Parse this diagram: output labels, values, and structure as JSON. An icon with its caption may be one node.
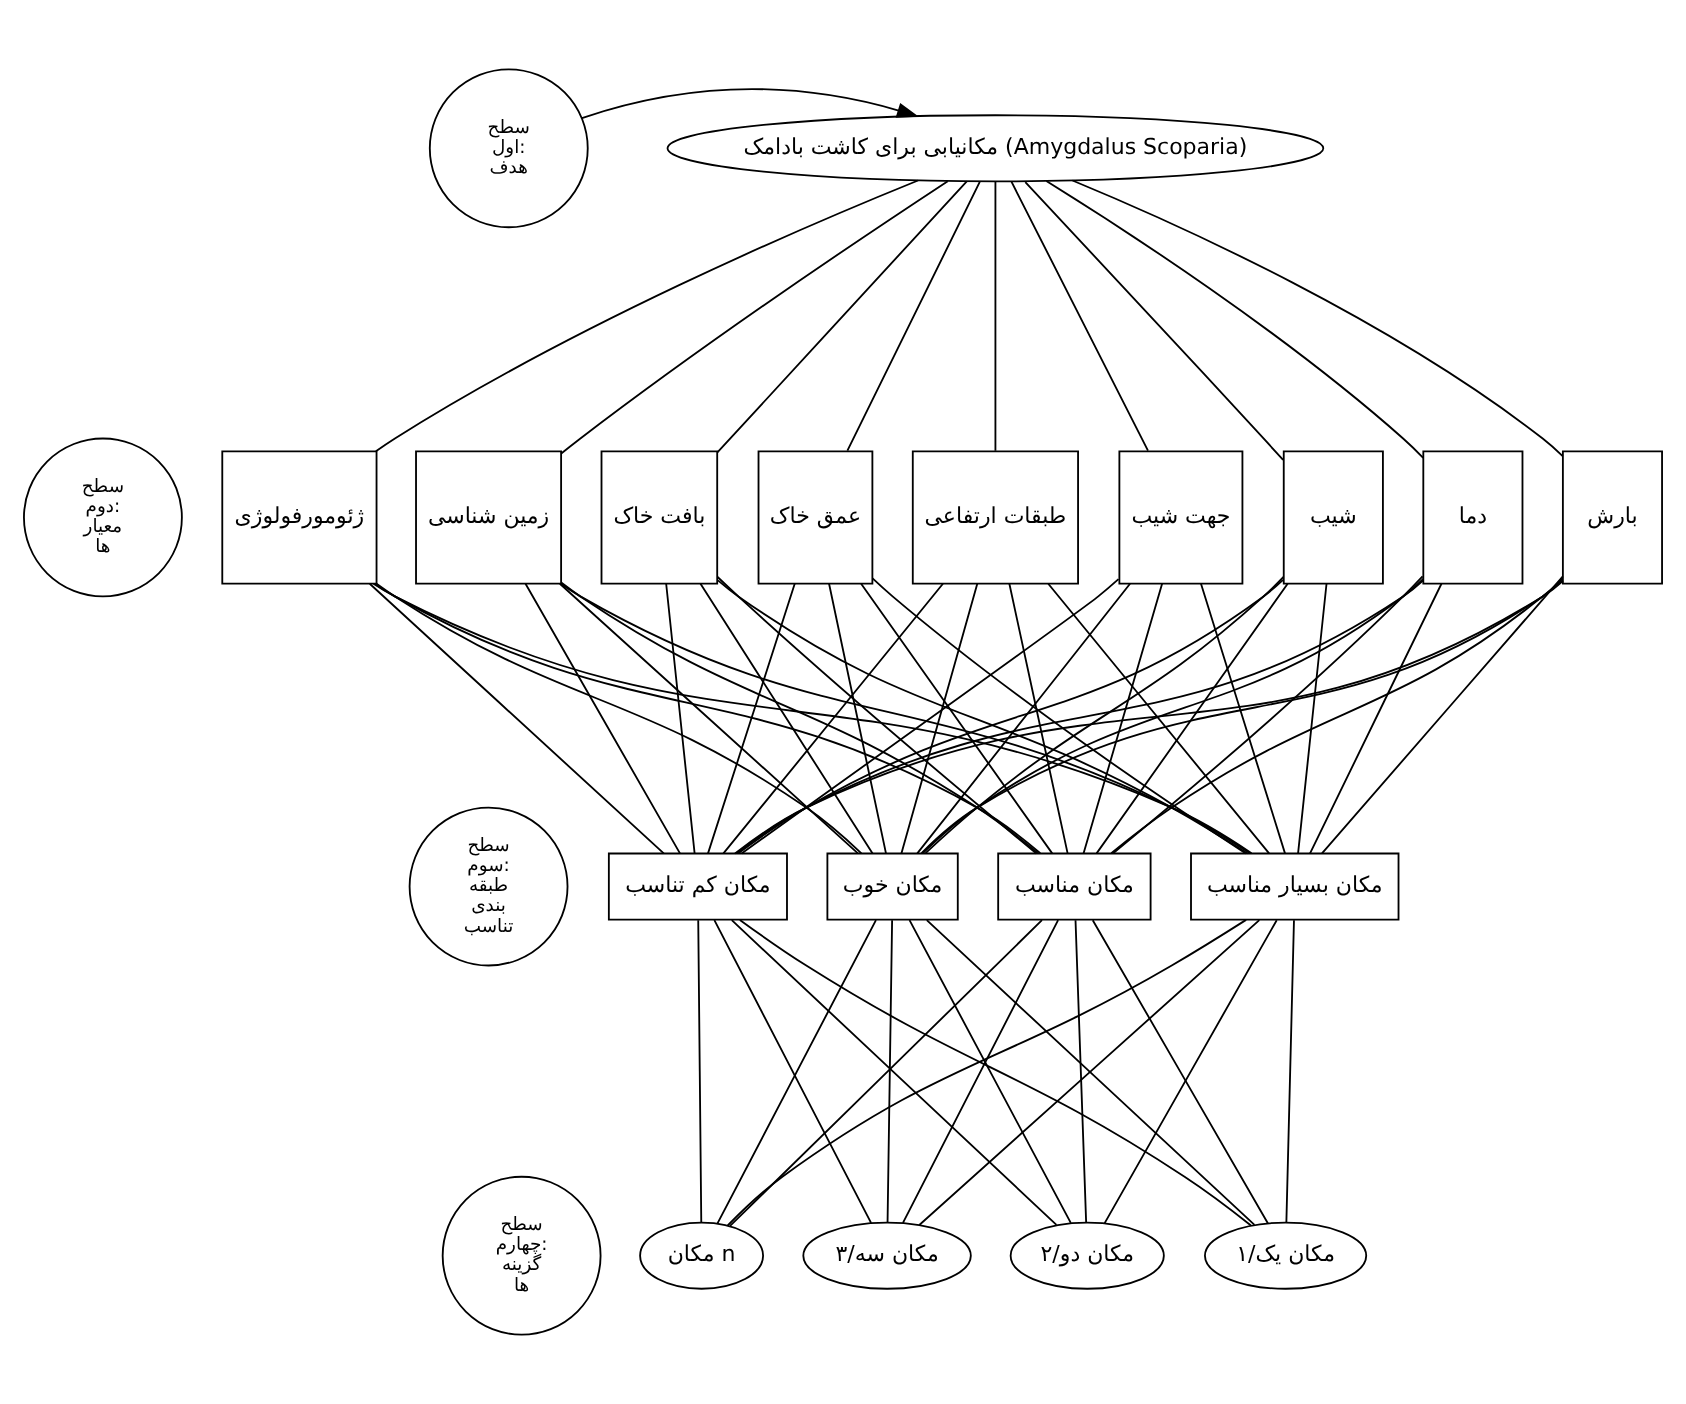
{
  "diagram": {
    "nodes": [
      {
        "text": [
          "سطح اول: هدف"
        ]
      },
      {
        "text": [
          "مکانیابی برای کاشت بادامک (Amygdalus Scoparia)"
        ]
      },
      {
        "text": [
          "سطح دوم: معیار ها"
        ]
      },
      {
        "text": [
          "ژئومورفولوژی"
        ]
      },
      {
        "text": [
          "زمین شناسی"
        ]
      },
      {
        "text": [
          "بافت خاک"
        ]
      },
      {
        "text": [
          "عمق خاک"
        ]
      },
      {
        "text": [
          "طبقات ارتفاعی"
        ]
      },
      {
        "text": [
          "جهت شیب"
        ]
      },
      {
        "text": [
          "شیب"
        ]
      },
      {
        "text": [
          "دما"
        ]
      },
      {
        "text": [
          "بارش"
        ]
      },
      {
        "text": [
          "سطح سوم: طبقه بندی تناسب"
        ]
      },
      {
        "text": [
          "مکان کم تناسب"
        ]
      },
      {
        "text": [
          "مکان خوب"
        ]
      },
      {
        "text": [
          "مکان مناسب"
        ]
      },
      {
        "text": [
          "مکان بسیار مناسب"
        ]
      },
      {
        "text": [
          "سطح چهارم: گزینه ها"
        ]
      },
      {
        "text": [
          "مکان n"
        ]
      },
      {
        "text": [
          "مکان سه/۳"
        ]
      },
      {
        "text": [
          "مکان دو/۲"
        ]
      },
      {
        "text": [
          "مکان یک/۱"
        ]
      }
    ],
    "edges": [
      {
        "from": 0,
        "to": 1,
        "arrow": "to"
      },
      {
        "from": 1,
        "to": 3,
        "arrow": "none"
      },
      {
        "from": 1,
        "to": 4,
        "arrow": "none"
      },
      {
        "from": 1,
        "to": 5,
        "arrow": "none"
      },
      {
        "from": 1,
        "to": 6,
        "arrow": "none"
      },
      {
        "from": 1,
        "to": 7,
        "arrow": "none"
      },
      {
        "from": 1,
        "to": 8,
        "arrow": "none"
      },
      {
        "from": 1,
        "to": 9,
        "arrow": "none"
      },
      {
        "from": 1,
        "to": 10,
        "arrow": "none"
      },
      {
        "from": 1,
        "to": 11,
        "arrow": "none"
      },
      {
        "from": 3,
        "to": 13,
        "arrow": "none"
      },
      {
        "from": 3,
        "to": 14,
        "arrow": "none"
      },
      {
        "from": 3,
        "to": 15,
        "arrow": "none"
      },
      {
        "from": 3,
        "to": 16,
        "arrow": "none"
      },
      {
        "from": 4,
        "to": 13,
        "arrow": "none"
      },
      {
        "from": 4,
        "to": 14,
        "arrow": "none"
      },
      {
        "from": 4,
        "to": 15,
        "arrow": "none"
      },
      {
        "from": 4,
        "to": 16,
        "arrow": "none"
      },
      {
        "from": 5,
        "to": 13,
        "arrow": "none"
      },
      {
        "from": 5,
        "to": 14,
        "arrow": "none"
      },
      {
        "from": 5,
        "to": 15,
        "arrow": "none"
      },
      {
        "from": 5,
        "to": 16,
        "arrow": "none"
      },
      {
        "from": 6,
        "to": 13,
        "arrow": "none"
      },
      {
        "from": 6,
        "to": 14,
        "arrow": "none"
      },
      {
        "from": 6,
        "to": 15,
        "arrow": "none"
      },
      {
        "from": 6,
        "to": 16,
        "arrow": "none"
      },
      {
        "from": 7,
        "to": 13,
        "arrow": "none"
      },
      {
        "from": 7,
        "to": 14,
        "arrow": "none"
      },
      {
        "from": 7,
        "to": 15,
        "arrow": "none"
      },
      {
        "from": 7,
        "to": 16,
        "arrow": "none"
      },
      {
        "from": 8,
        "to": 13,
        "arrow": "none"
      },
      {
        "from": 8,
        "to": 14,
        "arrow": "none"
      },
      {
        "from": 8,
        "to": 15,
        "arrow": "none"
      },
      {
        "from": 8,
        "to": 16,
        "arrow": "none"
      },
      {
        "from": 9,
        "to": 13,
        "arrow": "none"
      },
      {
        "from": 9,
        "to": 14,
        "arrow": "none"
      },
      {
        "from": 9,
        "to": 15,
        "arrow": "none"
      },
      {
        "from": 9,
        "to": 16,
        "arrow": "none"
      },
      {
        "from": 10,
        "to": 13,
        "arrow": "none"
      },
      {
        "from": 10,
        "to": 14,
        "arrow": "none"
      },
      {
        "from": 10,
        "to": 15,
        "arrow": "none"
      },
      {
        "from": 10,
        "to": 16,
        "arrow": "none"
      },
      {
        "from": 11,
        "to": 13,
        "arrow": "none"
      },
      {
        "from": 11,
        "to": 14,
        "arrow": "none"
      },
      {
        "from": 11,
        "to": 15,
        "arrow": "none"
      },
      {
        "from": 11,
        "to": 16,
        "arrow": "none"
      },
      {
        "from": 13,
        "to": 18,
        "arrow": "none"
      },
      {
        "from": 13,
        "to": 19,
        "arrow": "none"
      },
      {
        "from": 13,
        "to": 20,
        "arrow": "none"
      },
      {
        "from": 13,
        "to": 21,
        "arrow": "none"
      },
      {
        "from": 14,
        "to": 18,
        "arrow": "none"
      },
      {
        "from": 14,
        "to": 19,
        "arrow": "none"
      },
      {
        "from": 14,
        "to": 20,
        "arrow": "none"
      },
      {
        "from": 14,
        "to": 21,
        "arrow": "none"
      },
      {
        "from": 15,
        "to": 18,
        "arrow": "none"
      },
      {
        "from": 15,
        "to": 19,
        "arrow": "none"
      },
      {
        "from": 15,
        "to": 20,
        "arrow": "none"
      },
      {
        "from": 15,
        "to": 21,
        "arrow": "none"
      },
      {
        "from": 16,
        "to": 18,
        "arrow": "none"
      },
      {
        "from": 16,
        "to": 19,
        "arrow": "none"
      },
      {
        "from": 16,
        "to": 20,
        "arrow": "none"
      },
      {
        "from": 16,
        "to": 21,
        "arrow": "none"
      }
    ]
  }
}
